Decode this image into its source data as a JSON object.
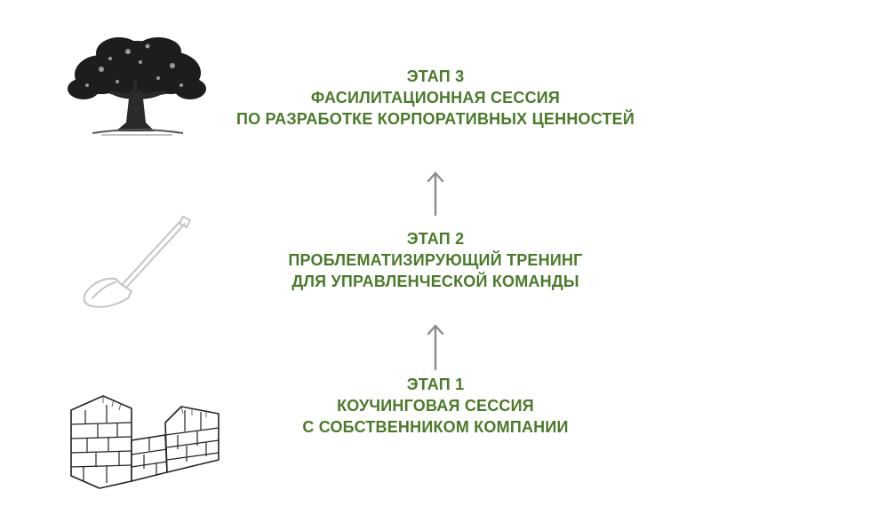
{
  "stages": [
    {
      "title": "ЭТАП 3",
      "line1": "ФАСИЛИТАЦИОННАЯ СЕССИЯ",
      "line2": "ПО РАЗРАБОТКЕ КОРПОРАТИВНЫХ ЦЕННОСТЕЙ",
      "icon": "tree-icon"
    },
    {
      "title": "ЭТАП 2",
      "line1": "ПРОБЛЕМАТИЗИРУЮЩИЙ ТРЕНИНГ",
      "line2": "ДЛЯ УПРАВЛЕНЧЕСКОЙ КОМАНДЫ",
      "icon": "shovel-icon"
    },
    {
      "title": "ЭТАП 1",
      "line1": "КОУЧИНГОВАЯ СЕССИЯ",
      "line2": "С СОБСТВЕННИКОМ КОМПАНИИ",
      "icon": "brick-wall-icon"
    }
  ],
  "colors": {
    "text_green": "#4a7a2a",
    "arrow_gray": "#8c8c8c"
  }
}
